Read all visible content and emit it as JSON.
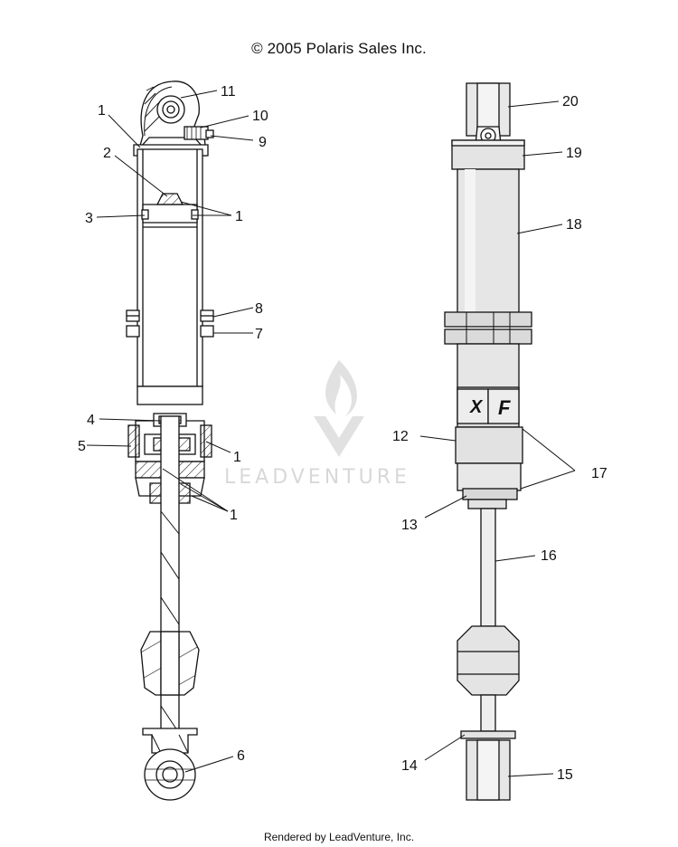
{
  "copyright": "© 2005 Polaris Sales Inc.",
  "footer": "Rendered by LeadVenture, Inc.",
  "watermark": "LEADVENTURE",
  "badges": {
    "left": "X",
    "right": "F"
  },
  "callouts": {
    "c1a": "1",
    "c1b": "1",
    "c1c": "1",
    "c1d": "1",
    "c2": "2",
    "c3": "3",
    "c4": "4",
    "c5": "5",
    "c6": "6",
    "c7": "7",
    "c8": "8",
    "c9": "9",
    "c10": "10",
    "c11": "11",
    "c12": "12",
    "c13": "13",
    "c14": "14",
    "c15": "15",
    "c16": "16",
    "c17": "17",
    "c18": "18",
    "c19": "19",
    "c20": "20"
  },
  "colors": {
    "line": "#111111",
    "fill": "#eeeeee",
    "watermark": "#d4d4d4"
  }
}
